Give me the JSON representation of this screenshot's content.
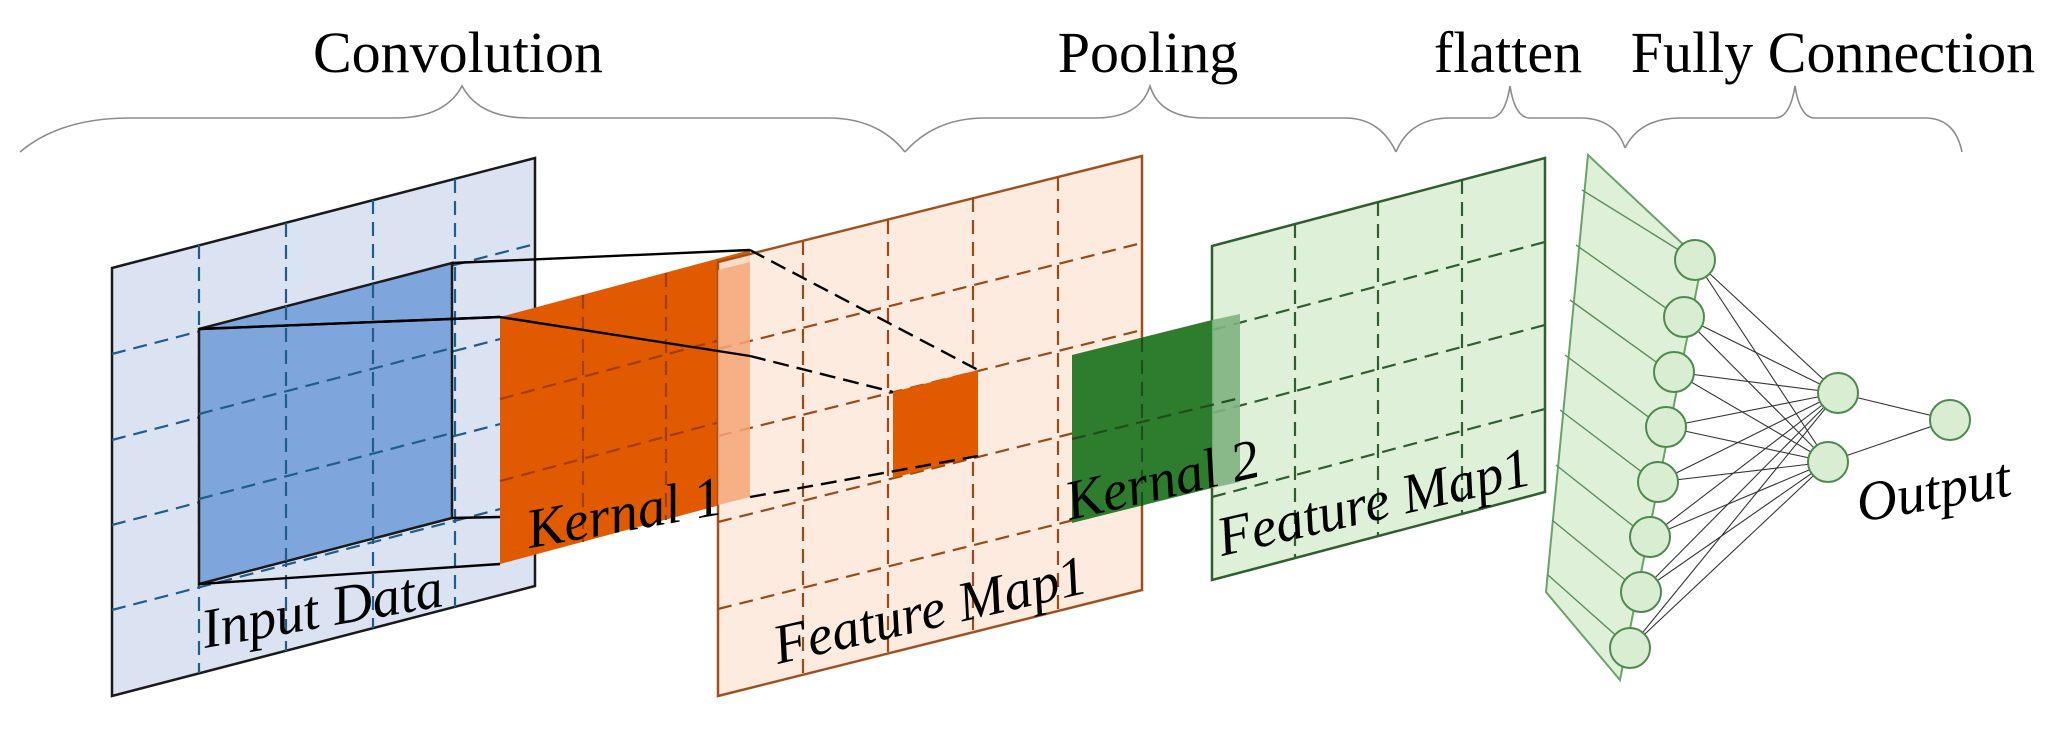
{
  "headers": {
    "convolution": "Convolution",
    "pooling": "Pooling",
    "flatten": "flatten",
    "fully_connection": "Fully Connection"
  },
  "labels": {
    "input_data": "Input Data",
    "kernel1": "Kernal 1",
    "kernel2": "Kernal 2",
    "feature_map1": "Feature Map1",
    "feature_map2": "Feature Map1",
    "output": "Output"
  },
  "colors": {
    "input_light": "#dbe3f2",
    "input_dark": "#7ea5dc",
    "kernel1": "#e15a00",
    "feature1_light": "#fde9dc",
    "feature1_border": "#a0501c",
    "kernel2": "#2e7d2e",
    "feature2_light": "#dff0d9",
    "feature2_border": "#2f5f2f",
    "neuron_fill": "#d8edd2",
    "neuron_stroke": "#4e8a4e"
  },
  "network": {
    "flatten_nodes": 8,
    "hidden_nodes": 2,
    "output_nodes": 1
  }
}
